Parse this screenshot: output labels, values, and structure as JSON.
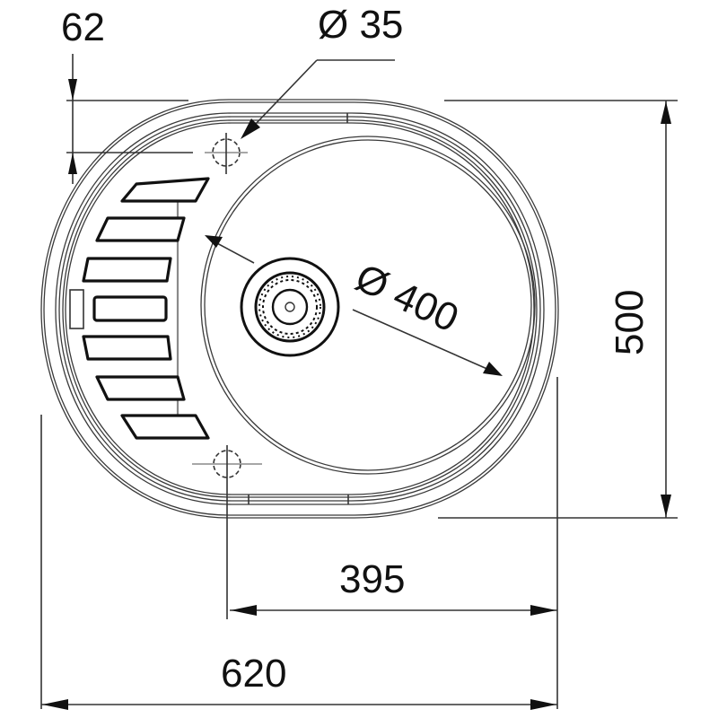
{
  "drawing": {
    "title": "Oval kitchen sink with drainer - dimension drawing",
    "units": "mm",
    "colors": {
      "line": "#333333",
      "text": "#111111",
      "background": "#ffffff",
      "hidden_line": "#8a8a8a"
    }
  },
  "dimensions": {
    "overall_width": {
      "label": "620",
      "value": 620
    },
    "overall_depth": {
      "label": "500",
      "value": 500
    },
    "bowl_offset_width": {
      "label": "395",
      "value": 395
    },
    "tap_hole_offset": {
      "label": "62",
      "value": 62
    },
    "tap_hole_diameter": {
      "label": "Ø 35",
      "value": 35
    },
    "bowl_diameter": {
      "label": "Ø 400",
      "value": 400
    }
  },
  "features": {
    "drainer_slots": 7,
    "tap_holes": 2,
    "drain": "strainer-waste",
    "overflow": "rectangular-overflow"
  }
}
